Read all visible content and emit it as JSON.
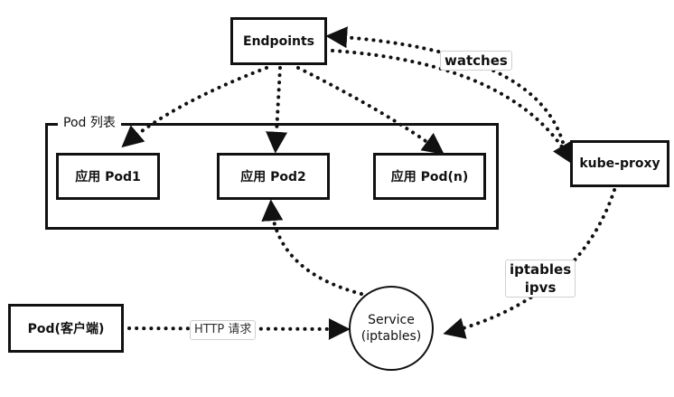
{
  "nodes": {
    "endpoints": "Endpoints",
    "kube_proxy": "kube-proxy",
    "pod1": "应用 Pod1",
    "pod2": "应用 Pod2",
    "podn": "应用 Pod(n)",
    "client_pod": "Pod(客户端)",
    "service_line1": "Service",
    "service_line2": "(iptables)"
  },
  "group": {
    "label": "Pod 列表"
  },
  "edge_labels": {
    "watches": "watches",
    "iptables": "iptables",
    "ipvs": "ipvs",
    "http": "HTTP 请求"
  },
  "colors": {
    "stroke": "#111111",
    "label_border": "#cfcfcf"
  }
}
